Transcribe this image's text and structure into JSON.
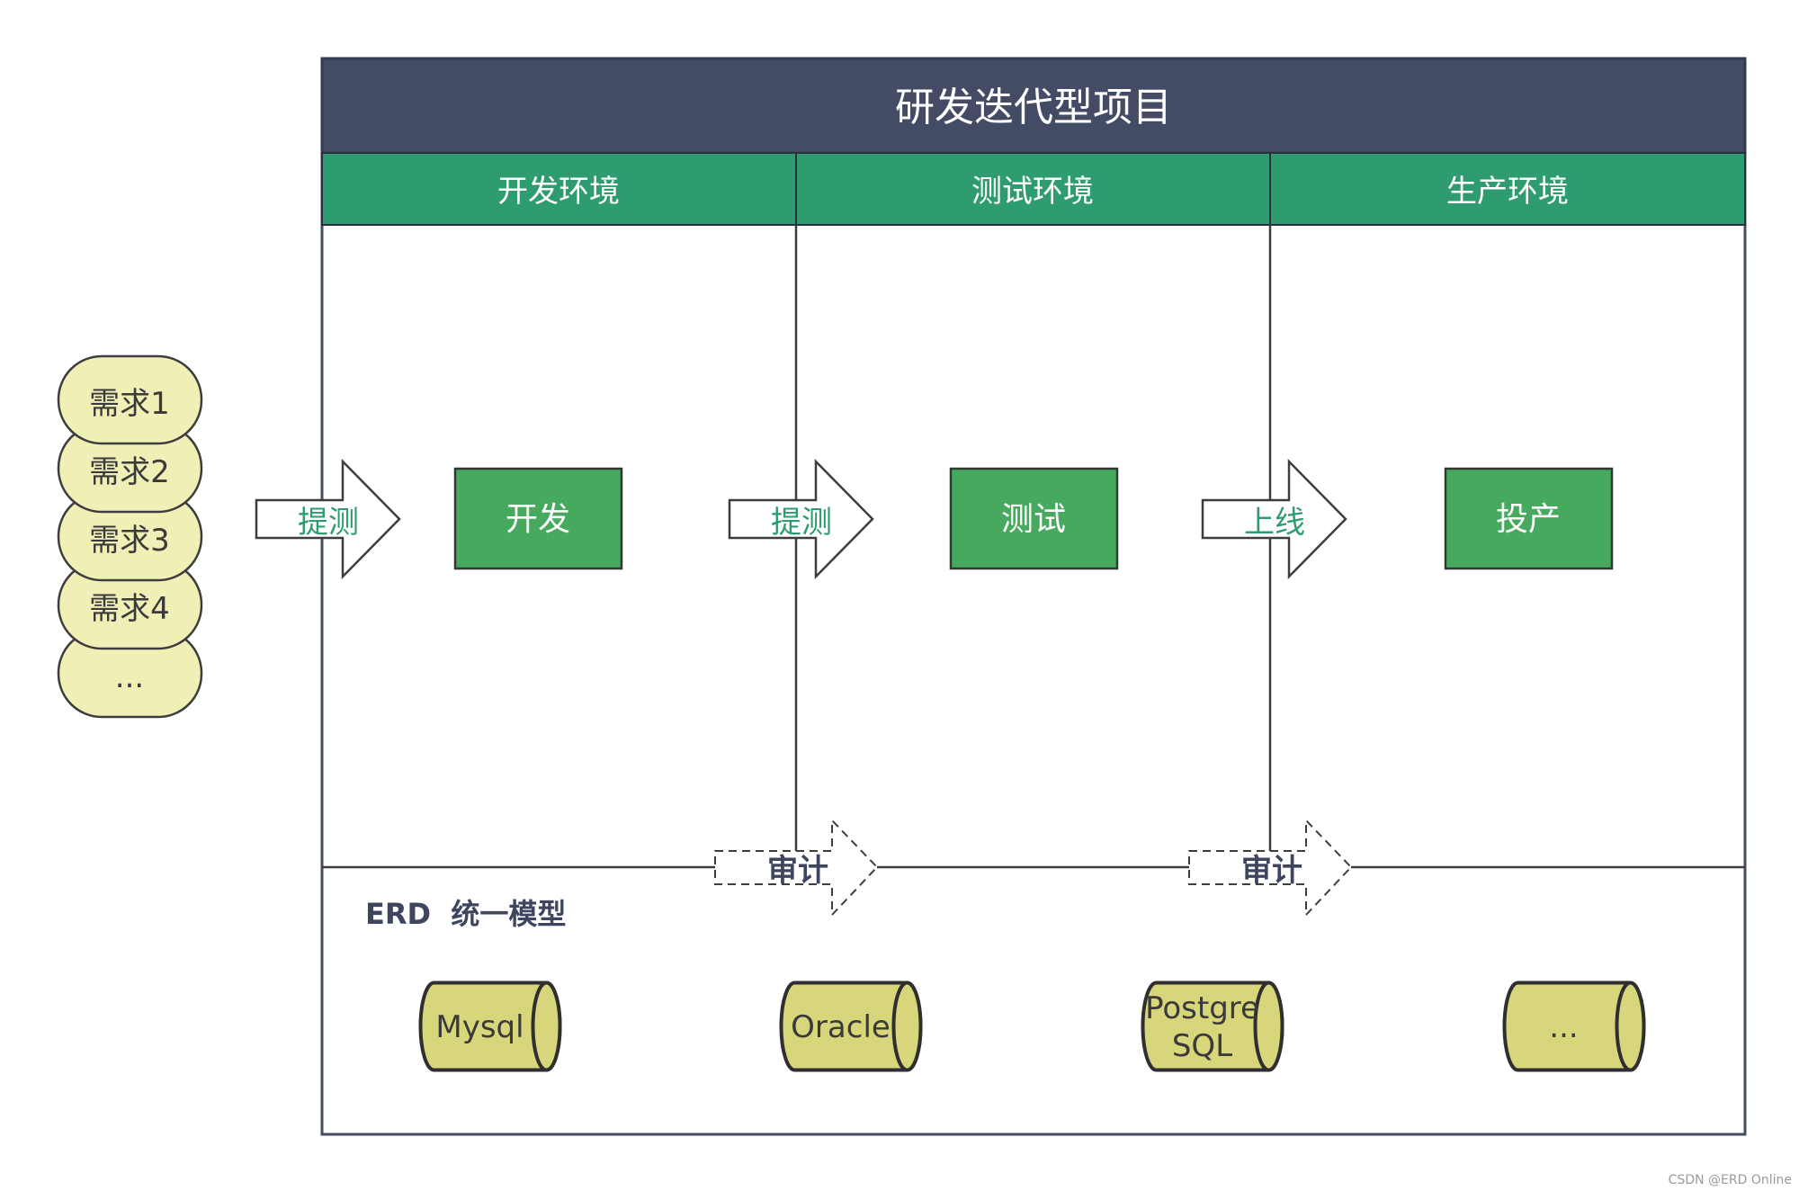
{
  "title": "研发迭代型项目",
  "columns": [
    "开发环境",
    "测试环境",
    "生产环境"
  ],
  "stage_boxes": [
    "开发",
    "测试",
    "投产"
  ],
  "requirements": [
    "需求1",
    "需求2",
    "需求3",
    "需求4",
    "..."
  ],
  "flow_arrows": [
    "提测",
    "提测",
    "上线"
  ],
  "audit_arrows": [
    "审计",
    "审计"
  ],
  "erd_label": "ERD  统一模型",
  "databases": [
    {
      "lines": [
        "Mysql"
      ]
    },
    {
      "lines": [
        "Oracle"
      ]
    },
    {
      "lines": [
        "Postgre",
        "SQL"
      ]
    },
    {
      "lines": [
        "..."
      ]
    }
  ],
  "footer": "CSDN @ERD Online",
  "colors": {
    "header": "#444c65",
    "column_header": "#2e9c6e",
    "stage_box": "#47a95d",
    "requirement": "#efefb6",
    "database": "#d8d67a",
    "arrow_text": "#2e9c6e",
    "outline": "#3d3d3d",
    "audit_text": "#3d465e"
  }
}
